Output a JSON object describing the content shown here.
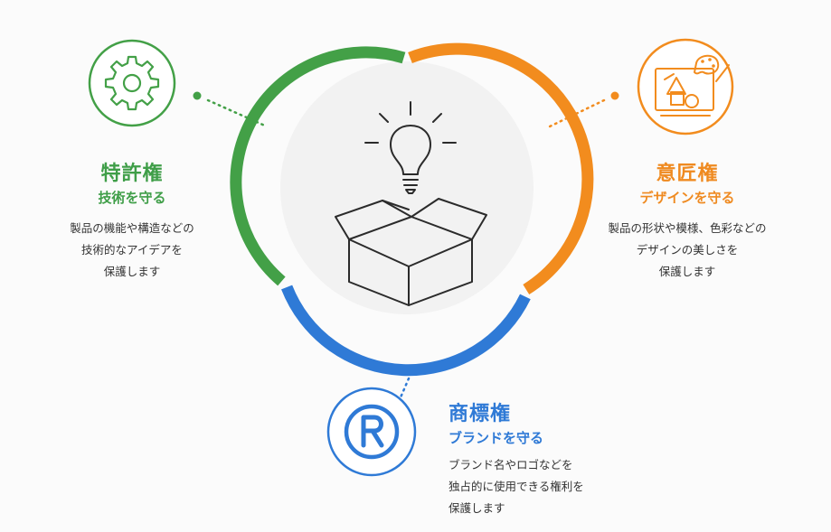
{
  "center": {
    "icon": "lightbulb-in-box-icon"
  },
  "patent": {
    "title": "特許権",
    "subtitle": "技術を守る",
    "desc": [
      "製品の機能や構造などの",
      "技術的なアイデアを",
      "保護します"
    ],
    "icon": "gear-icon",
    "color": "#43a047"
  },
  "design": {
    "title": "意匠権",
    "subtitle": "デザインを守る",
    "desc": [
      "製品の形状や模様、色彩などの",
      "デザインの美しさを",
      "保護します"
    ],
    "icon": "design-palette-icon",
    "color": "#f28c1e"
  },
  "trademark": {
    "title": "商標権",
    "subtitle": "ブランドを守る",
    "desc": [
      "ブランド名やロゴなどを",
      "独占的に使用できる権利を",
      "保護します"
    ],
    "icon": "registered-mark-icon",
    "color": "#2f7ad6"
  }
}
